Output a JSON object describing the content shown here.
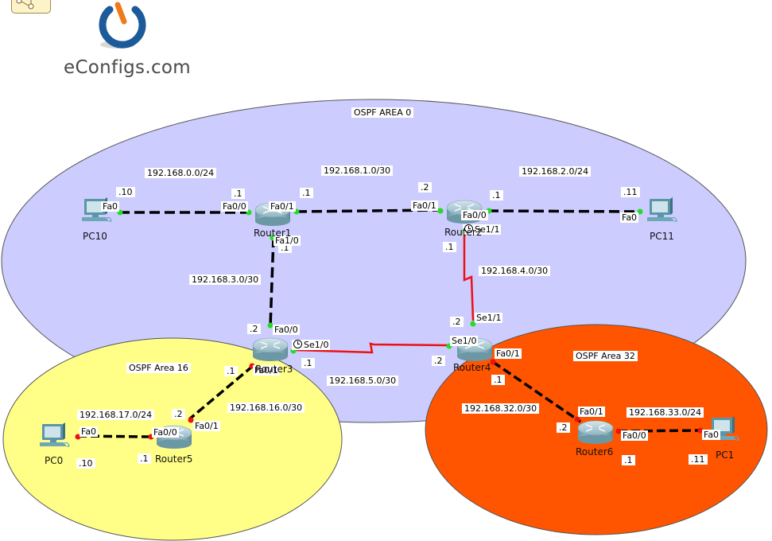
{
  "brand": {
    "name": "eConfigs.com",
    "logo_icon": "power-icon"
  },
  "toolbar_icon": "topology-tool-icon",
  "colors": {
    "area0_fill": "#ccccff",
    "area16_fill": "#ffff88",
    "area32_fill": "#ff5500",
    "ethernet_link": "#000000",
    "serial_link": "#ee1111",
    "port_up": "#22dd22",
    "port_down": "#ee1111"
  },
  "areas": [
    {
      "id": "area0",
      "label": "OSPF AREA 0"
    },
    {
      "id": "area16",
      "label": "OSPF Area 16"
    },
    {
      "id": "area32",
      "label": "OSPF Area 32"
    }
  ],
  "devices": [
    {
      "id": "pc10",
      "type": "pc",
      "name": "PC10"
    },
    {
      "id": "pc11",
      "type": "pc",
      "name": "PC11"
    },
    {
      "id": "pc0",
      "type": "pc",
      "name": "PC0"
    },
    {
      "id": "pc1",
      "type": "pc",
      "name": "PC1"
    },
    {
      "id": "router1",
      "type": "router",
      "name": "Router1"
    },
    {
      "id": "router2",
      "type": "router",
      "name": "Router2"
    },
    {
      "id": "router3",
      "type": "router",
      "name": "Router3"
    },
    {
      "id": "router4",
      "type": "router",
      "name": "Router4"
    },
    {
      "id": "router5",
      "type": "router",
      "name": "Router5"
    },
    {
      "id": "router6",
      "type": "router",
      "name": "Router6"
    }
  ],
  "networks": [
    {
      "id": "n0",
      "subnet": "192.168.0.0/24"
    },
    {
      "id": "n1",
      "subnet": "192.168.1.0/30"
    },
    {
      "id": "n2",
      "subnet": "192.168.2.0/24"
    },
    {
      "id": "n3",
      "subnet": "192.168.3.0/30"
    },
    {
      "id": "n4",
      "subnet": "192.168.4.0/30"
    },
    {
      "id": "n5",
      "subnet": "192.168.5.0/30"
    },
    {
      "id": "n16",
      "subnet": "192.168.16.0/30"
    },
    {
      "id": "n17",
      "subnet": "192.168.17.0/24"
    },
    {
      "id": "n32",
      "subnet": "192.168.32.0/30"
    },
    {
      "id": "n33",
      "subnet": "192.168.33.0/24"
    }
  ],
  "links": [
    {
      "id": "pc10-r1",
      "type": "ethernet",
      "a": "PC10",
      "a_port": "Fa0",
      "a_host": ".10",
      "b": "Router1",
      "b_port": "Fa0/0",
      "b_host": ".1",
      "status": "up"
    },
    {
      "id": "r1-r2",
      "type": "ethernet",
      "a": "Router1",
      "a_port": "Fa0/1",
      "a_host": ".1",
      "b": "Router2",
      "b_port": "Fa0/1",
      "b_host": ".2",
      "status": "up"
    },
    {
      "id": "r2-pc11",
      "type": "ethernet",
      "a": "Router2",
      "a_port": "Fa0/0",
      "a_host": ".1",
      "b": "PC11",
      "b_port": "Fa0",
      "b_host": ".11",
      "status": "up"
    },
    {
      "id": "r1-r3",
      "type": "ethernet",
      "a": "Router1",
      "a_port": "Fa1/0",
      "a_host": ".1",
      "b": "Router3",
      "b_port": "Fa0/0",
      "b_host": ".2",
      "status": "up"
    },
    {
      "id": "r2-r4",
      "type": "serial",
      "a": "Router2",
      "a_port": "Se1/1",
      "a_host": ".1",
      "b": "Router4",
      "b_port": "Se1/1",
      "b_host": ".2",
      "status": "up"
    },
    {
      "id": "r3-r4",
      "type": "serial",
      "a": "Router3",
      "a_port": "Se1/0",
      "a_host": ".1",
      "b": "Router4",
      "b_port": "Se1/0",
      "b_host": ".2",
      "status": "up"
    },
    {
      "id": "r3-r5",
      "type": "ethernet",
      "a": "Router3",
      "a_port": "Fa0/1",
      "a_host": ".1",
      "b": "Router5",
      "b_port": "Fa0/1",
      "b_host": ".2",
      "status": "down"
    },
    {
      "id": "r5-pc0",
      "type": "ethernet",
      "a": "Router5",
      "a_port": "Fa0/0",
      "a_host": ".1",
      "b": "PC0",
      "b_port": "Fa0",
      "b_host": ".10",
      "status": "down"
    },
    {
      "id": "r4-r6",
      "type": "ethernet",
      "a": "Router4",
      "a_port": "Fa0/1",
      "a_host": ".1",
      "b": "Router6",
      "b_port": "Fa0/1",
      "b_host": ".2",
      "status": "down"
    },
    {
      "id": "r6-pc1",
      "type": "ethernet",
      "a": "Router6",
      "a_port": "Fa0/0",
      "a_host": ".1",
      "b": "PC1",
      "b_port": "Fa0",
      "b_host": ".11",
      "status": "down"
    }
  ],
  "clock_icon": "clock-icon"
}
